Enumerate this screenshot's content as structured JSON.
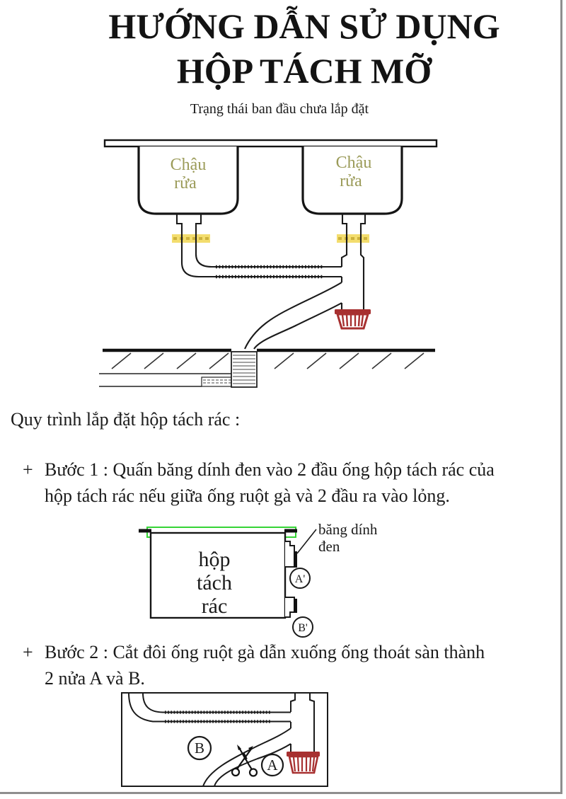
{
  "page": {
    "title_line1": "HƯỚNG DẪN SỬ DỤNG",
    "title_line2": "HỘP TÁCH MỠ",
    "subtitle": "Trạng thái ban đầu chưa lắp đặt"
  },
  "body": {
    "process_heading": "Quy trình lắp đặt hộp tách rác :",
    "steps": [
      {
        "bullet": "+",
        "lines": [
          "Bước 1 : Quấn băng dính đen vào 2 đầu ống hộp tách rác của",
          "hộp tách rác nếu giữa ống ruột gà và 2 đầu ra vào lỏng."
        ]
      },
      {
        "bullet": "+",
        "lines": [
          "Bước 2 : Cắt đôi ống ruột gà dẫn xuống ống thoát sàn thành",
          "2 nửa A và B."
        ]
      }
    ]
  },
  "diagram_initial": {
    "sinks": [
      {
        "line1": "Chậu",
        "line2": "rửa"
      },
      {
        "line1": "Chậu",
        "line2": "rửa"
      }
    ]
  },
  "figure_step1": {
    "box_label_lines": [
      "hộp",
      "tách",
      "rác"
    ],
    "tape_label_line1": "băng dính",
    "tape_label_line2": "đen",
    "port_a": "A'",
    "port_b": "B'"
  },
  "figure_step2": {
    "label_b": "B",
    "label_a": "A"
  },
  "colors": {
    "text": "#1b1b1b",
    "sink_label_olive": "#9b9b59",
    "tape_yellow": "#f3dd6e",
    "tape_dash_yellow": "#cdb23c",
    "lid_green": "#35d435",
    "strainer_red": "#a73030",
    "page_border_grey": "#8e8e8e"
  }
}
